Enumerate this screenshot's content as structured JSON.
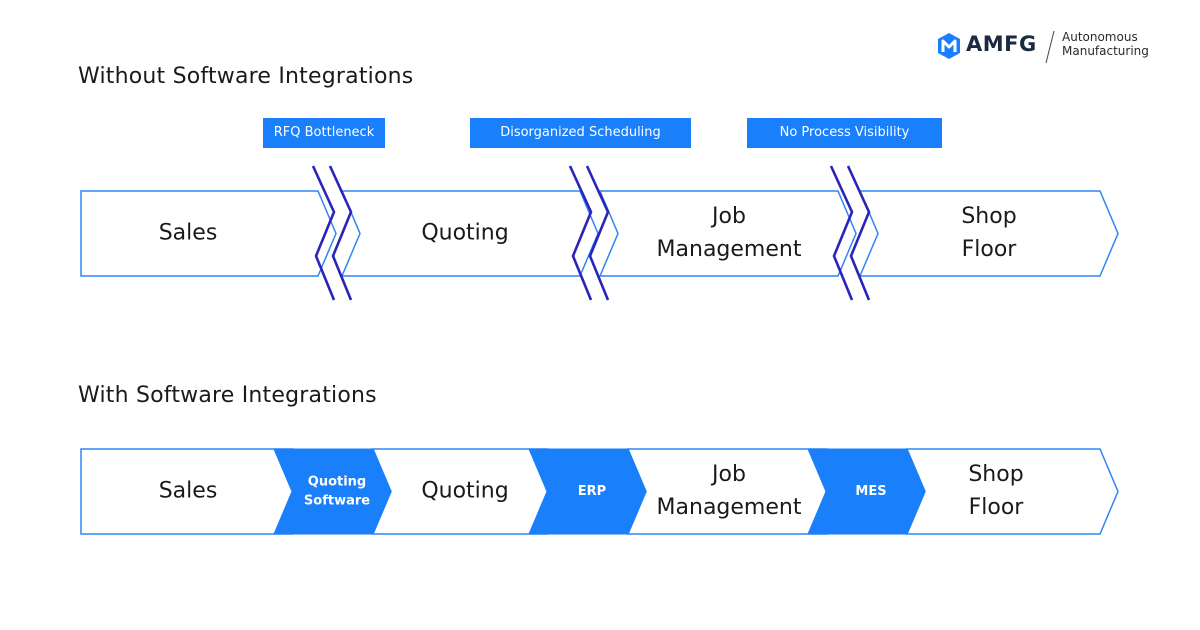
{
  "logo": {
    "wordmark": "AMFG",
    "tagline_line1": "Autonomous",
    "tagline_line2": "Manufacturing",
    "icon": "amfg-logo-icon"
  },
  "without": {
    "title": "Without Software Integrations",
    "badges": [
      "RFQ Bottleneck",
      "Disorganized Scheduling",
      "No Process Visibility"
    ],
    "stages": [
      [
        "Sales"
      ],
      [
        "Quoting"
      ],
      [
        "Job",
        "Management"
      ],
      [
        "Shop",
        "Floor"
      ]
    ],
    "break_icon": "zigzag-break-icon"
  },
  "with": {
    "title": "With Software Integrations",
    "stages": [
      [
        "Sales"
      ],
      [
        "Quoting"
      ],
      [
        "Job",
        "Management"
      ],
      [
        "Shop",
        "Floor"
      ]
    ],
    "connectors": [
      [
        "Quoting",
        "Software"
      ],
      [
        "ERP"
      ],
      [
        "MES"
      ]
    ]
  },
  "colors": {
    "accent": "#1a7ffb",
    "outline": "#2f86f3",
    "break_line": "#2a24b8",
    "text": "#1a1a1a",
    "white": "#ffffff"
  }
}
